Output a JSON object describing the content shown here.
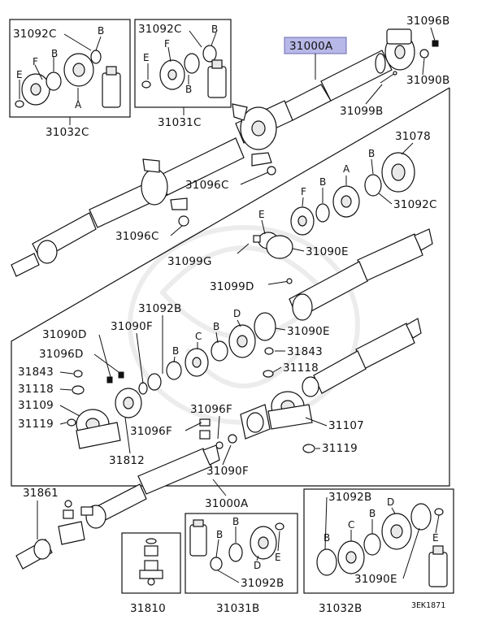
{
  "highlight_color": "#b8b8e8",
  "labels": {
    "l31092C_a": "31092C",
    "lB_a1": "B",
    "lE_a": "E",
    "lF_a": "F",
    "lB_a2": "B",
    "lA_a": "A",
    "l31032C": "31032C",
    "l31092C_b": "31092C",
    "lB_b1": "B",
    "lF_b": "F",
    "lE_b": "E",
    "lB_b2": "B",
    "l31031C": "31031C",
    "l31000A_top": "31000A",
    "l31096B": "31096B",
    "l31090B": "31090B",
    "l31099B": "31099B",
    "l31078": "31078",
    "l31096C_1": "31096C",
    "l31096C_2": "31096C",
    "lB_r1": "B",
    "lA_r": "A",
    "lF_r": "F",
    "lB_r2": "B",
    "l31092C_r": "31092C",
    "lE_r": "E",
    "l31099G": "31099G",
    "l31090E_1": "31090E",
    "l31099D": "31099D",
    "l31092B_m": "31092B",
    "lD_m": "D",
    "l31090E_2": "31090E",
    "l31090D": "31090D",
    "l31090F_1": "31090F",
    "lC_m": "C",
    "lB_m1": "B",
    "lB_m2": "B",
    "l31096D": "31096D",
    "l31843_1": "31843",
    "l31843_2": "31843",
    "l31118_1": "31118",
    "l31118_2": "31118",
    "l31109": "31109",
    "l31119_1": "31119",
    "l31096F_1": "31096F",
    "l31096F_2": "31096F",
    "l31107": "31107",
    "l31812": "31812",
    "l31090F_2": "31090F",
    "l31119_2": "31119",
    "l31861": "31861",
    "l31000A_bot": "31000A",
    "l31092B_a": "31092B",
    "lB_c1": "B",
    "lB_c2": "B",
    "lD_c": "D",
    "lE_c": "E",
    "l31092B_b": "31092B",
    "lB_d1": "B",
    "lC_d": "C",
    "lB_d2": "B",
    "lD_d": "D",
    "lE_d": "E",
    "l31090E_3": "31090E",
    "l31810": "31810",
    "l31031B": "31031B",
    "l31032B": "31032B",
    "code": "3EK1871"
  }
}
